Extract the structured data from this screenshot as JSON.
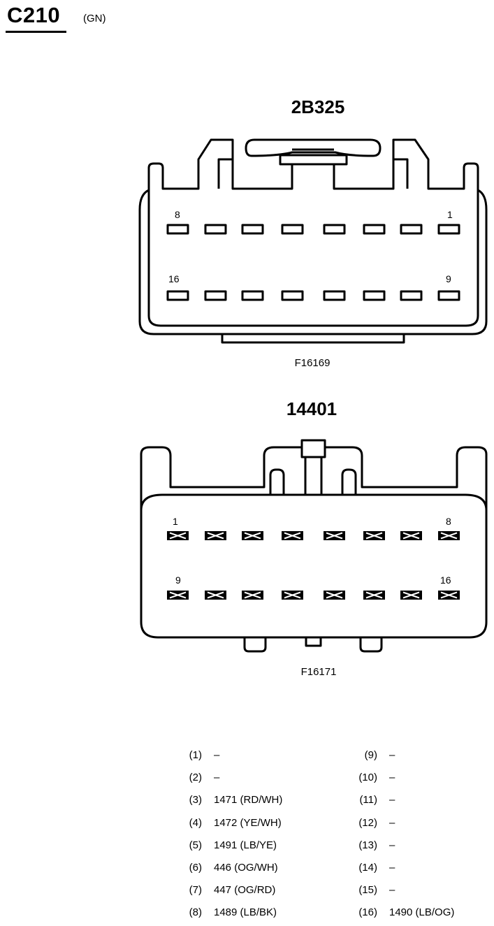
{
  "connector": {
    "id": "C210",
    "color_code": "(GN)"
  },
  "views": [
    {
      "part_number": "2B325",
      "figure_ref": "F16169",
      "pin_labels": {
        "top_left": "8",
        "top_right": "1",
        "bottom_left": "16",
        "bottom_right": "9"
      }
    },
    {
      "part_number": "14401",
      "figure_ref": "F16171",
      "pin_labels": {
        "top_left": "1",
        "top_right": "8",
        "bottom_left": "9",
        "bottom_right": "16"
      }
    }
  ],
  "pinout": {
    "left": [
      {
        "pin": "(1)",
        "circuit": "–"
      },
      {
        "pin": "(2)",
        "circuit": "–"
      },
      {
        "pin": "(3)",
        "circuit": "1471 (RD/WH)"
      },
      {
        "pin": "(4)",
        "circuit": "1472 (YE/WH)"
      },
      {
        "pin": "(5)",
        "circuit": "1491 (LB/YE)"
      },
      {
        "pin": "(6)",
        "circuit": "446 (OG/WH)"
      },
      {
        "pin": "(7)",
        "circuit": "447 (OG/RD)"
      },
      {
        "pin": "(8)",
        "circuit": "1489 (LB/BK)"
      }
    ],
    "right": [
      {
        "pin": "(9)",
        "circuit": "–"
      },
      {
        "pin": "(10)",
        "circuit": "–"
      },
      {
        "pin": "(11)",
        "circuit": "–"
      },
      {
        "pin": "(12)",
        "circuit": "–"
      },
      {
        "pin": "(13)",
        "circuit": "–"
      },
      {
        "pin": "(14)",
        "circuit": "–"
      },
      {
        "pin": "(15)",
        "circuit": "–"
      },
      {
        "pin": "(16)",
        "circuit": "1490 (LB/OG)"
      }
    ]
  }
}
